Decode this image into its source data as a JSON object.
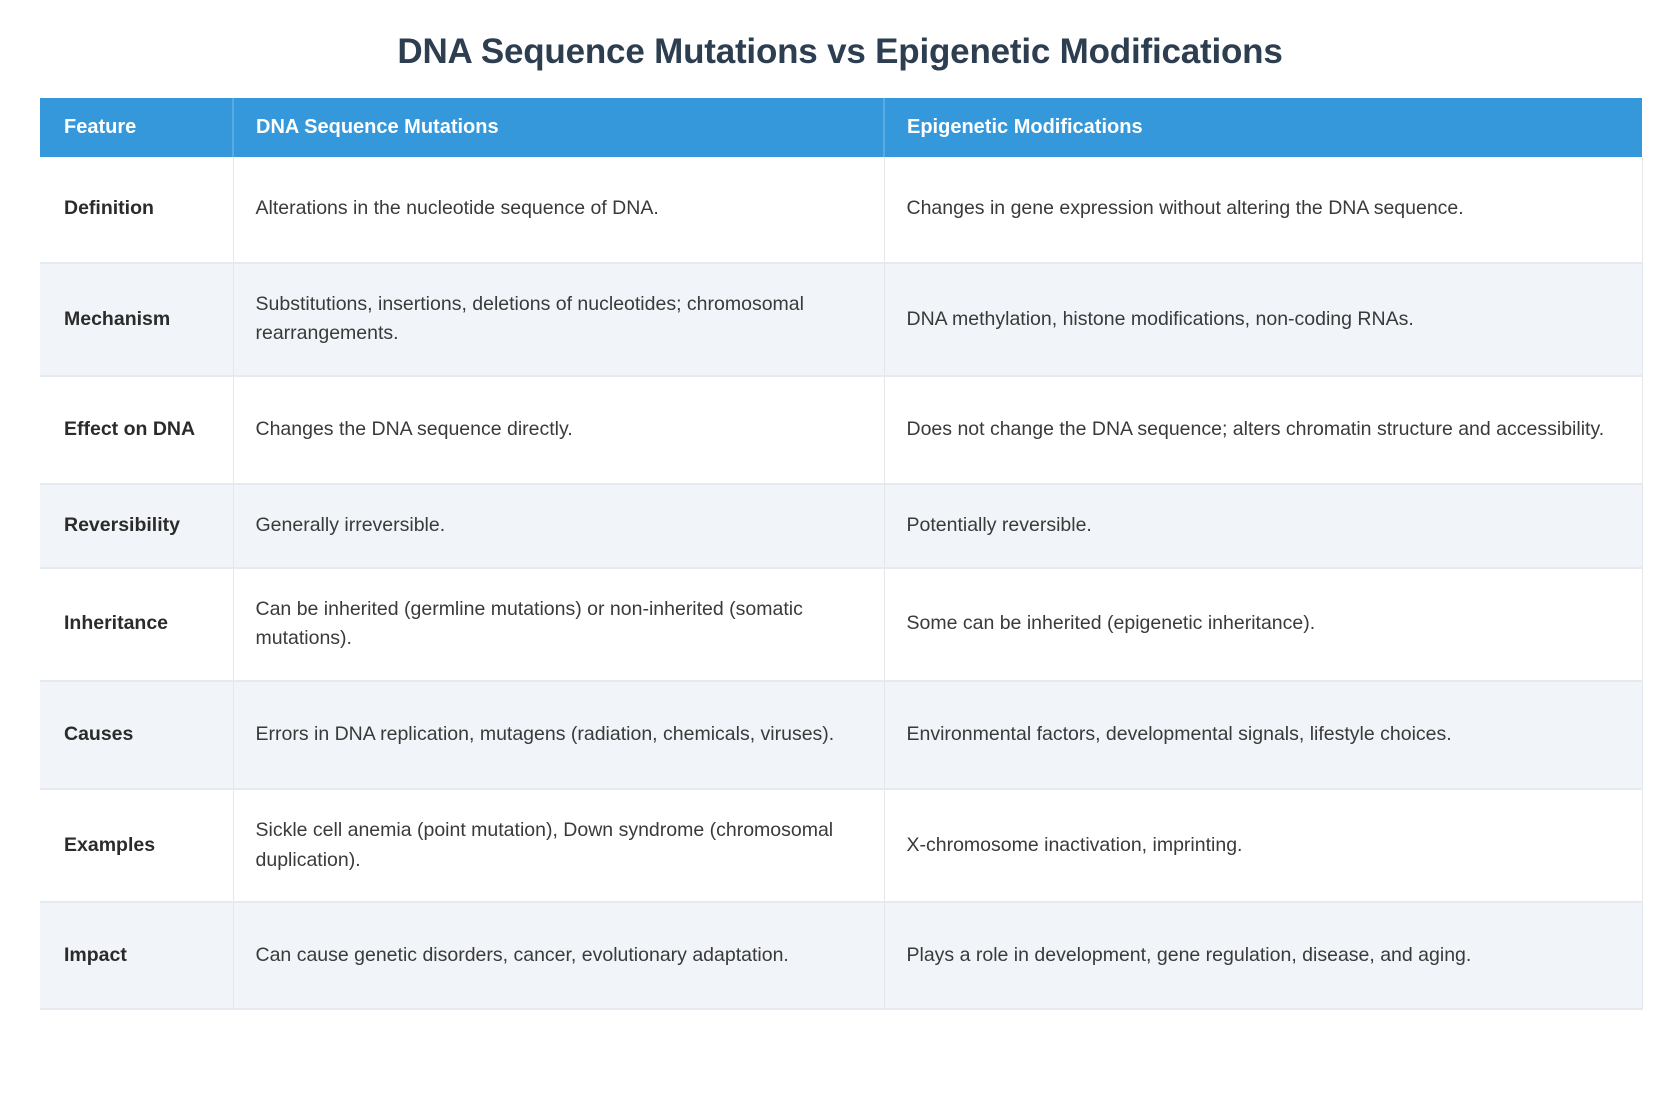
{
  "page": {
    "title": "DNA Sequence Mutations vs Epigenetic Modifications",
    "background_color": "#ffffff",
    "title_color": "#2c3e50"
  },
  "table": {
    "header_bg_color": "#3498db",
    "header_text_color": "#ffffff",
    "stripe_color": "#f1f4f8",
    "border_color": "#e6e9ee",
    "columns": [
      {
        "key": "feature",
        "label": "Feature"
      },
      {
        "key": "mutations",
        "label": "DNA Sequence Mutations"
      },
      {
        "key": "epigenetic",
        "label": "Epigenetic Modifications"
      }
    ],
    "rows": [
      {
        "feature": "Definition",
        "mutations": "Alterations in the nucleotide sequence of DNA.",
        "epigenetic": "Changes in gene expression without altering the DNA sequence."
      },
      {
        "feature": "Mechanism",
        "mutations": "Substitutions, insertions, deletions of nucleotides; chromosomal rearrangements.",
        "epigenetic": "DNA methylation, histone modifications, non-coding RNAs."
      },
      {
        "feature": "Effect on DNA",
        "mutations": "Changes the DNA sequence directly.",
        "epigenetic": "Does not change the DNA sequence; alters chromatin structure and accessibility."
      },
      {
        "feature": "Reversibility",
        "mutations": "Generally irreversible.",
        "epigenetic": "Potentially reversible."
      },
      {
        "feature": "Inheritance",
        "mutations": "Can be inherited (germline mutations) or non-inherited (somatic mutations).",
        "epigenetic": "Some can be inherited (epigenetic inheritance)."
      },
      {
        "feature": "Causes",
        "mutations": "Errors in DNA replication, mutagens (radiation, chemicals, viruses).",
        "epigenetic": "Environmental factors, developmental signals, lifestyle choices."
      },
      {
        "feature": "Examples",
        "mutations": "Sickle cell anemia (point mutation), Down syndrome (chromosomal duplication).",
        "epigenetic": "X-chromosome inactivation, imprinting."
      },
      {
        "feature": "Impact",
        "mutations": "Can cause genetic disorders, cancer, evolutionary adaptation.",
        "epigenetic": "Plays a role in development, gene regulation, disease, and aging."
      }
    ]
  }
}
